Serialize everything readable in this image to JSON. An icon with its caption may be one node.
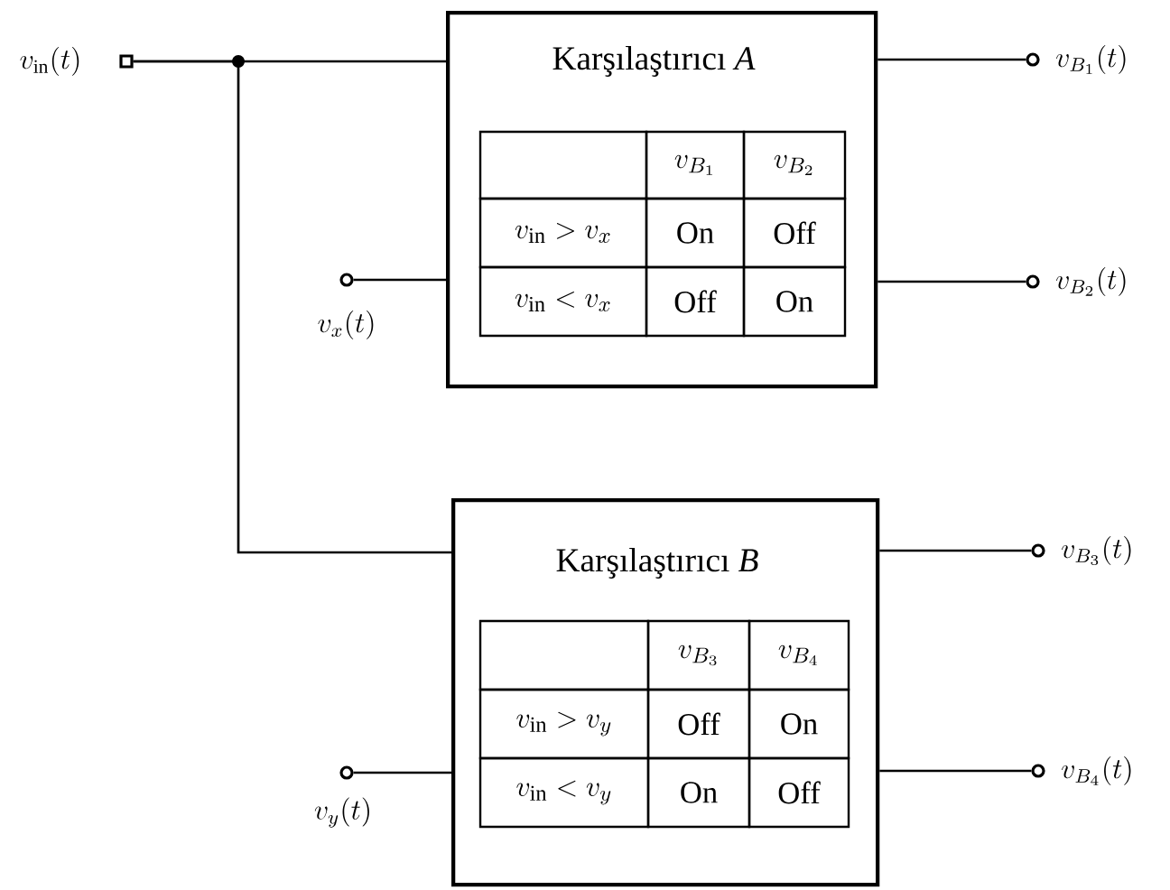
{
  "diagram": {
    "nodes": [
      {
        "text": [
          "Karşılaştırıcı *A*"
        ]
      },
      {
        "text": [
          "Karşılaştırıcı *B*"
        ]
      },
      {
        "text": [],
        "shape": "box",
        "beside": [
          "v_{\\mathrm{in}}(t)"
        ]
      },
      {
        "text": [],
        "shape": "circle",
        "beside": [
          "v_x(t)"
        ]
      },
      {
        "text": [],
        "shape": "circle",
        "beside": [
          "v_y(t)"
        ]
      },
      {
        "text": [],
        "shape": "circle",
        "beside": [
          "v_{B_1}(t)"
        ]
      },
      {
        "text": [],
        "shape": "circle",
        "beside": [
          "v_{B_2}(t)"
        ]
      },
      {
        "text": [],
        "shape": "circle",
        "beside": [
          "v_{B_3}(t)"
        ]
      },
      {
        "text": [],
        "shape": "circle",
        "beside": [
          "v_{B_4}(t)"
        ]
      }
    ],
    "edges": [
      {
        "from": 2,
        "to": 0,
        "arrow": "none"
      },
      {
        "from": 2,
        "to": 1,
        "arrow": "none"
      },
      {
        "from": 3,
        "to": 0,
        "arrow": "none"
      },
      {
        "from": 4,
        "to": 1,
        "arrow": "none"
      },
      {
        "from": 0,
        "to": 5,
        "arrow": "none"
      },
      {
        "from": 0,
        "to": 6,
        "arrow": "none"
      },
      {
        "from": 1,
        "to": 7,
        "arrow": "none"
      },
      {
        "from": 1,
        "to": 8,
        "arrow": "none"
      }
    ],
    "labels": [
      "v_{B_1}",
      "v_{B_2}",
      "v_{\\mathrm{in}} > v_x",
      "On",
      "Off",
      "v_{\\mathrm{in}} < v_x",
      "Off",
      "On",
      "v_{B_3}",
      "v_{B_4}",
      "v_{\\mathrm{in}} > v_y",
      "Off",
      "On",
      "v_{\\mathrm{in}} < v_y",
      "On",
      "Off"
    ]
  }
}
